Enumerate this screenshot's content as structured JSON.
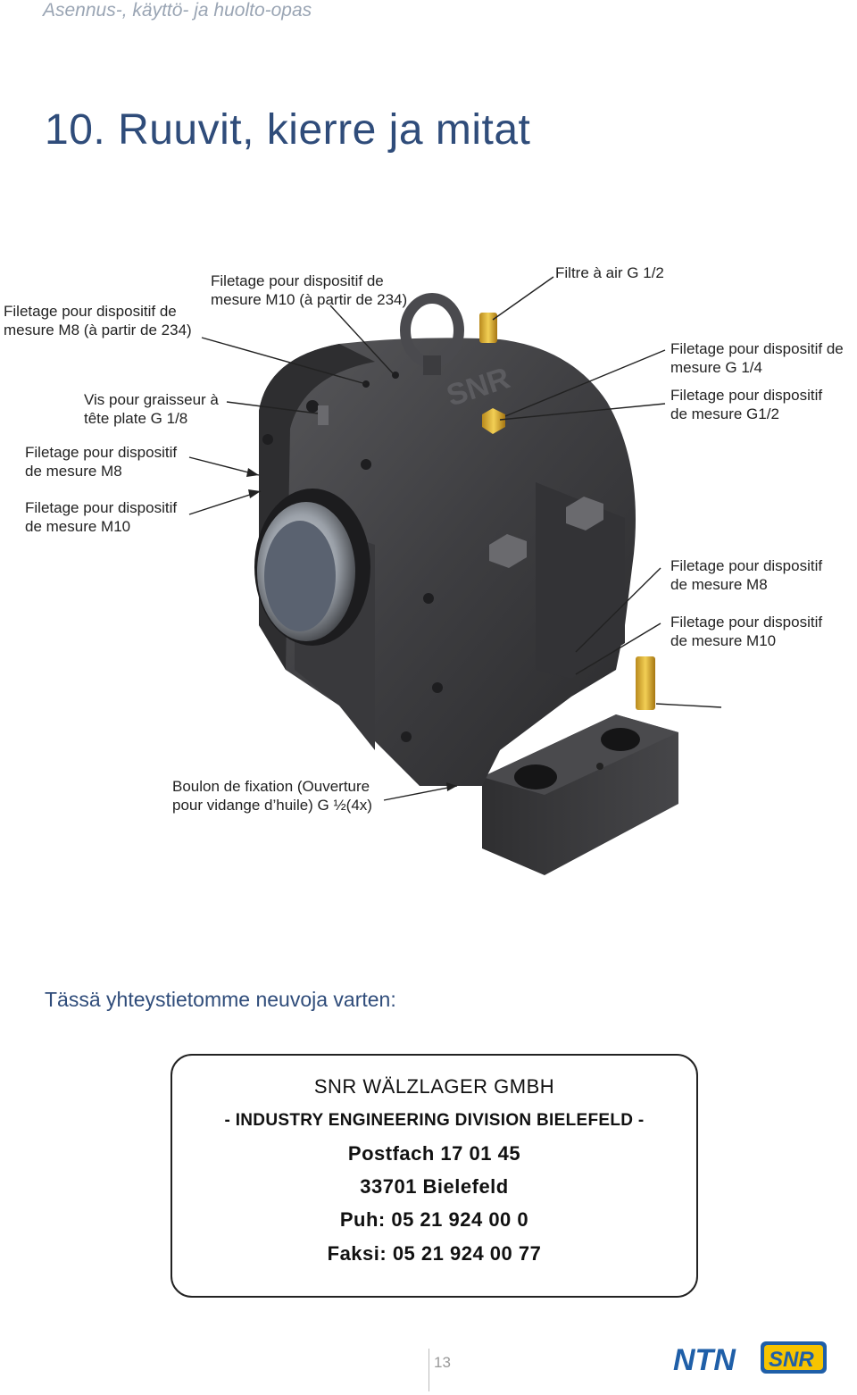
{
  "header": {
    "running_title": "Asennus-, käyttö- ja huolto-opas"
  },
  "section": {
    "title": "10. Ruuvit, kierre ja mitat"
  },
  "figure": {
    "callouts": [
      {
        "id": "c1",
        "text": "Filetage pour dispositif de\nmesure M8 (à partir de 234)"
      },
      {
        "id": "c2",
        "text": "Filetage pour dispositif de\nmesure M10 (à partir de 234)"
      },
      {
        "id": "c3",
        "text": "Filtre à air G 1/2"
      },
      {
        "id": "c4",
        "text": "Filetage pour dispositif de\nmesure G 1/4"
      },
      {
        "id": "c5",
        "text": "Vis pour graisseur à\ntête plate G 1/8"
      },
      {
        "id": "c6",
        "text": "Filetage pour dispositif\nde mesure G1/2"
      },
      {
        "id": "c7",
        "text": "Filetage pour dispositif\nde mesure M8"
      },
      {
        "id": "c8",
        "text": "Filetage pour dispositif\nde mesure M10"
      },
      {
        "id": "c9",
        "text": "Filetage pour dispositif\nde mesure M8"
      },
      {
        "id": "c10",
        "text": "Filetage pour dispositif\nde mesure M10"
      },
      {
        "id": "c11",
        "text": "Boulon de fixation (Ouverture\npour vidange d’huile) G ½(4x)"
      }
    ],
    "housing_brand_text": "SNR"
  },
  "contact": {
    "heading": "Tässä yhteystietomme neuvoja varten:",
    "company": "SNR WÄLZLAGER GMBH",
    "division": "- INDUSTRY ENGINEERING DIVISION BIELEFELD -",
    "postbox": "Postfach 17 01 45",
    "city": "33701 Bielefeld",
    "phone": "Puh: 05 21 924 00 0",
    "fax": "Faksi: 05 21 924 00 77"
  },
  "footer": {
    "page_number": "13",
    "logos": [
      "NTN",
      "SNR"
    ]
  },
  "colors": {
    "title_blue": "#2f4c7a",
    "header_gray": "#9aa5b4",
    "ntn_blue": "#1f5fa8",
    "snr_yellow": "#f6c400",
    "snr_blue": "#1f5fa8",
    "housing_dark": "#3b3b3d"
  }
}
